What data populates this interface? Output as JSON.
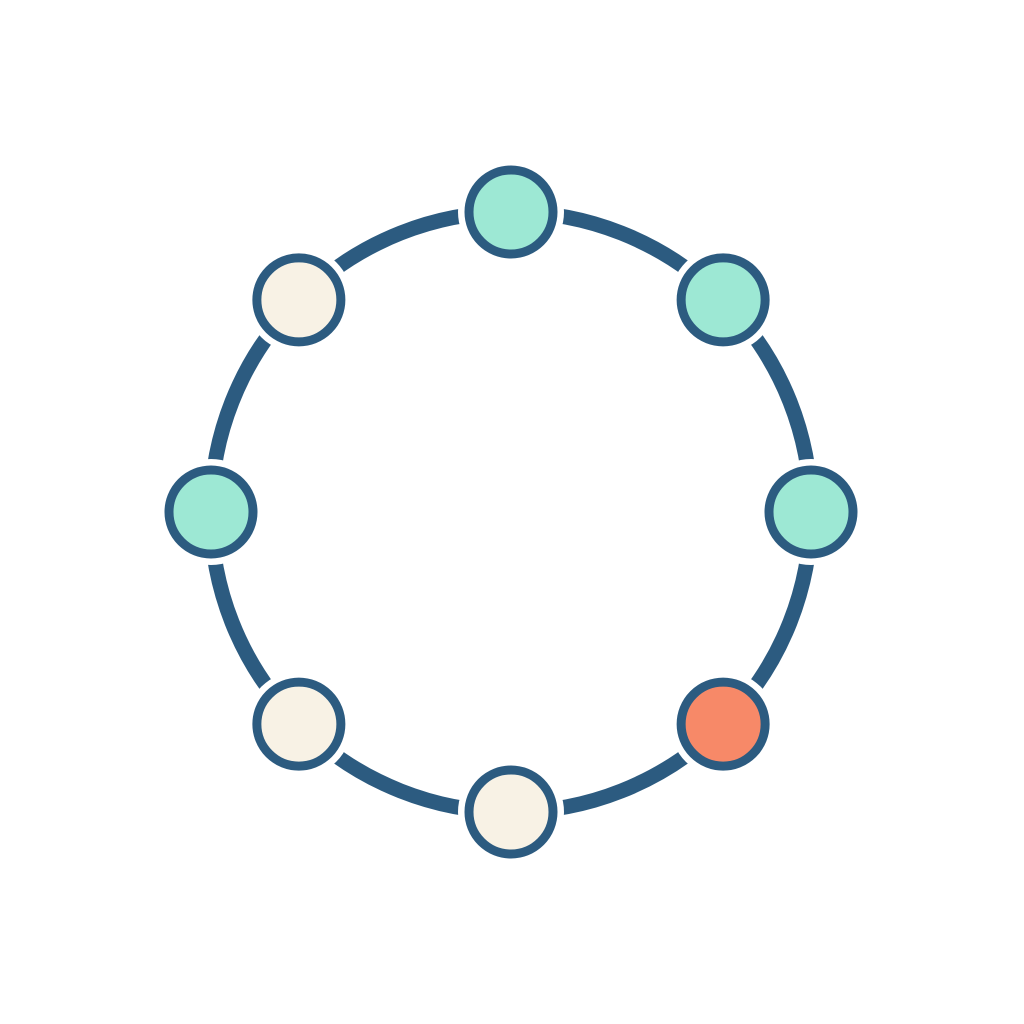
{
  "diagram": {
    "type": "ring",
    "node_count": 8,
    "colors": {
      "background": "#ffffff",
      "ring": "#2c5b80",
      "outline": "#2c5b80",
      "gap": "#ffffff"
    },
    "nodes": [
      {
        "position": "top",
        "state": "active",
        "fill": "#9de8d4"
      },
      {
        "position": "top-right",
        "state": "active",
        "fill": "#9de8d4"
      },
      {
        "position": "right",
        "state": "active",
        "fill": "#9de8d4"
      },
      {
        "position": "bottom-right",
        "state": "alert",
        "fill": "#f78968"
      },
      {
        "position": "bottom",
        "state": "idle",
        "fill": "#f8f2e5"
      },
      {
        "position": "bottom-left",
        "state": "idle",
        "fill": "#f8f2e5"
      },
      {
        "position": "left",
        "state": "active",
        "fill": "#9de8d4"
      },
      {
        "position": "top-left",
        "state": "idle",
        "fill": "#f8f2e5"
      }
    ]
  }
}
